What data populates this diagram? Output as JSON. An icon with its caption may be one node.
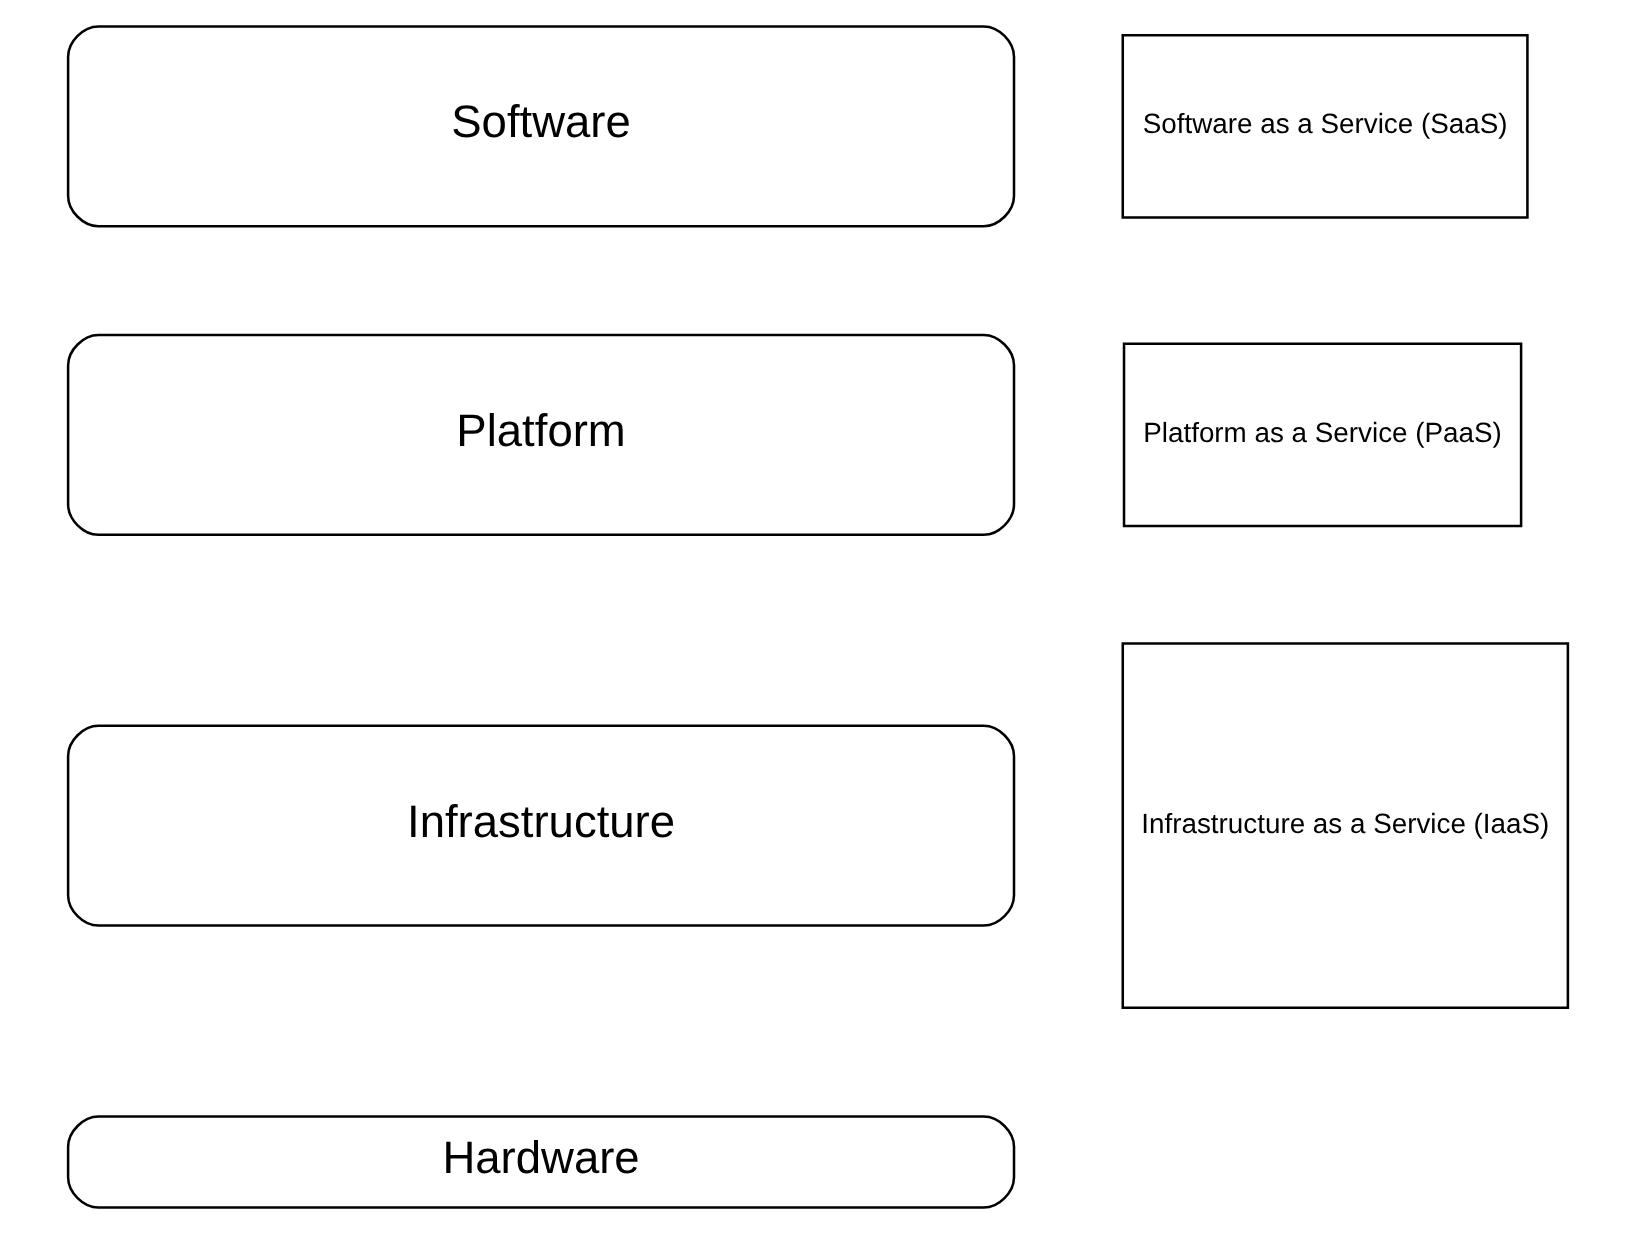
{
  "diagram": {
    "nodes": [
      {
        "text": [
          "Software"
        ]
      },
      {
        "text": [
          "Software as a Service (SaaS)"
        ]
      },
      {
        "text": [
          "Platform"
        ]
      },
      {
        "text": [
          "Platform as a Service (PaaS)"
        ]
      },
      {
        "text": [
          "Infrastructure"
        ]
      },
      {
        "text": [
          "Infrastructure as a Service (IaaS)"
        ]
      },
      {
        "text": [
          "Hardware"
        ]
      }
    ],
    "edges": []
  }
}
